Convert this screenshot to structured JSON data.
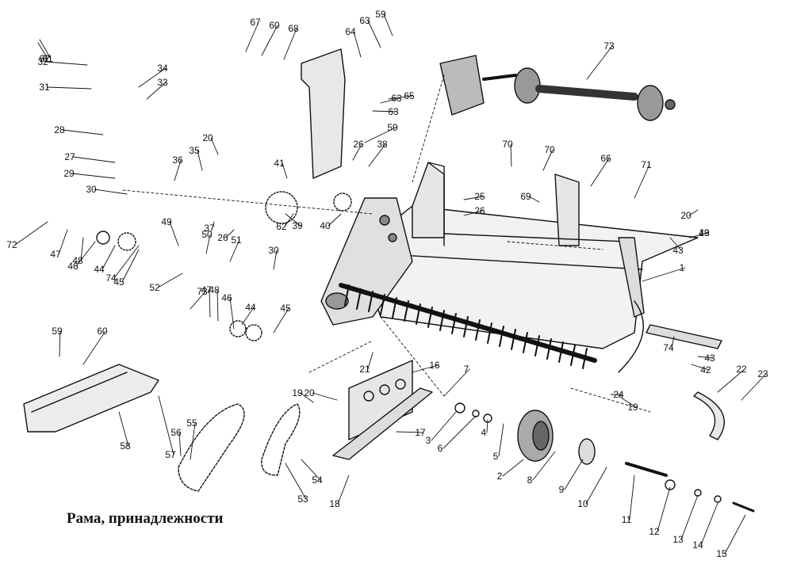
{
  "caption": "Рама, принадлежности",
  "callouts": [
    "1",
    "2",
    "3",
    "4",
    "5",
    "6",
    "7",
    "8",
    "9",
    "10",
    "11",
    "12",
    "13",
    "14",
    "15",
    "16",
    "17",
    "18",
    "19",
    "19",
    "19",
    "20",
    "20",
    "20",
    "21",
    "22",
    "23",
    "24",
    "25",
    "26",
    "26",
    "26",
    "27",
    "28",
    "29",
    "30",
    "30",
    "31",
    "32",
    "33",
    "34",
    "35",
    "36",
    "37",
    "38",
    "39",
    "40",
    "41",
    "42",
    "43",
    "43",
    "43",
    "44",
    "44",
    "45",
    "45",
    "46",
    "46",
    "47",
    "47",
    "48",
    "48",
    "49",
    "50",
    "51",
    "52",
    "53",
    "54",
    "55",
    "56",
    "57",
    "58",
    "59",
    "59",
    "59",
    "60",
    "60",
    "61",
    "62",
    "62",
    "63",
    "63",
    "63",
    "64",
    "65",
    "66",
    "67",
    "68",
    "69",
    "70",
    "70",
    "71",
    "72",
    "73",
    "73",
    "74",
    "74"
  ]
}
